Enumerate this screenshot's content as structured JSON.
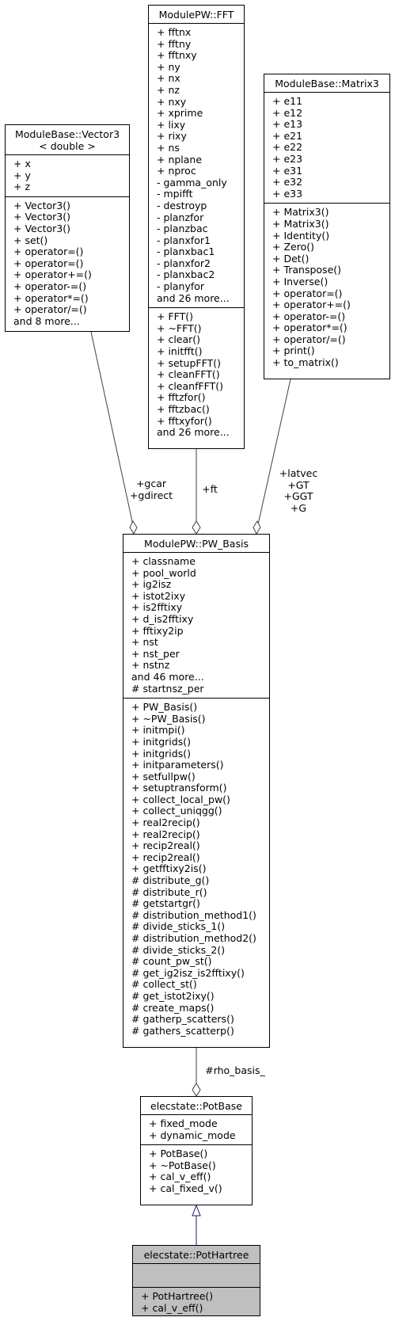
{
  "classes": {
    "vector3": {
      "title_lines": [
        "ModuleBase::Vector3",
        "< double >"
      ],
      "attributes": [
        "+ x",
        "+ y",
        "+ z"
      ],
      "methods": [
        "+ Vector3()",
        "+ Vector3()",
        "+ Vector3()",
        "+ set()",
        "+ operator=()",
        "+ operator=()",
        "+ operator+=()",
        "+ operator-=()",
        "+ operator*=()",
        "+ operator/=()",
        "and 8 more..."
      ]
    },
    "fft": {
      "title_lines": [
        "ModulePW::FFT"
      ],
      "attributes": [
        "+ fftnx",
        "+ fftny",
        "+ fftnxy",
        "+ ny",
        "+ nx",
        "+ nz",
        "+ nxy",
        "+ xprime",
        "+ lixy",
        "+ rixy",
        "+ ns",
        "+ nplane",
        "+ nproc",
        "- gamma_only",
        "- mpifft",
        "- destroyp",
        "- planzfor",
        "- planzbac",
        "- planxfor1",
        "- planxbac1",
        "- planxfor2",
        "- planxbac2",
        "- planyfor",
        "and 26 more..."
      ],
      "methods": [
        "+ FFT()",
        "+ ~FFT()",
        "+ clear()",
        "+ initfft()",
        "+ setupFFT()",
        "+ cleanFFT()",
        "+ cleanfFFT()",
        "+ fftzfor()",
        "+ fftzbac()",
        "+ fftxyfor()",
        "and 26 more..."
      ]
    },
    "matrix3": {
      "title_lines": [
        "ModuleBase::Matrix3"
      ],
      "attributes": [
        "+ e11",
        "+ e12",
        "+ e13",
        "+ e21",
        "+ e22",
        "+ e23",
        "+ e31",
        "+ e32",
        "+ e33"
      ],
      "methods": [
        "+ Matrix3()",
        "+ Matrix3()",
        "+ Identity()",
        "+ Zero()",
        "+ Det()",
        "+ Transpose()",
        "+ Inverse()",
        "+ operator=()",
        "+ operator+=()",
        "+ operator-=()",
        "+ operator*=()",
        "+ operator/=()",
        "+ print()",
        "+ to_matrix()"
      ]
    },
    "pw_basis": {
      "title_lines": [
        "ModulePW::PW_Basis"
      ],
      "attributes": [
        "+ classname",
        "+ pool_world",
        "+ ig2isz",
        "+ istot2ixy",
        "+ is2fftixy",
        "+ d_is2fftixy",
        "+ fftixy2ip",
        "+ nst",
        "+ nst_per",
        "+ nstnz",
        "and 46 more...",
        "# startnsz_per"
      ],
      "methods": [
        "+ PW_Basis()",
        "+ ~PW_Basis()",
        "+ initmpi()",
        "+ initgrids()",
        "+ initgrids()",
        "+ initparameters()",
        "+ setfullpw()",
        "+ setuptransform()",
        "+ collect_local_pw()",
        "+ collect_uniqgg()",
        "+ real2recip()",
        "+ real2recip()",
        "+ recip2real()",
        "+ recip2real()",
        "+ getfftixy2is()",
        "# distribute_g()",
        "# distribute_r()",
        "# getstartgr()",
        "# distribution_method1()",
        "# divide_sticks_1()",
        "# distribution_method2()",
        "# divide_sticks_2()",
        "# count_pw_st()",
        "# get_ig2isz_is2fftixy()",
        "# collect_st()",
        "# get_istot2ixy()",
        "# create_maps()",
        "# gatherp_scatters()",
        "# gathers_scatterp()"
      ]
    },
    "potbase": {
      "title_lines": [
        "elecstate::PotBase"
      ],
      "attributes": [
        "+ fixed_mode",
        "+ dynamic_mode"
      ],
      "methods": [
        "+ PotBase()",
        "+ ~PotBase()",
        "+ cal_v_eff()",
        "+ cal_fixed_v()"
      ]
    },
    "pothartree": {
      "title_lines": [
        "elecstate::PotHartree"
      ],
      "attributes": [],
      "methods": [
        "+ PotHartree()",
        "+ cal_v_eff()"
      ]
    }
  },
  "edge_labels": {
    "vector3_to_pw": [
      "+gcar",
      "+gdirect"
    ],
    "fft_to_pw": [
      "+ft"
    ],
    "matrix3_to_pw": [
      "+latvec",
      "+GT",
      "+GGT",
      "+G"
    ],
    "pw_to_potbase": [
      "#rho_basis_"
    ]
  },
  "colors": {
    "highlight_fill": "#bfbfbf",
    "inheritance_arrow": "#191970",
    "association_line": "#404040"
  }
}
